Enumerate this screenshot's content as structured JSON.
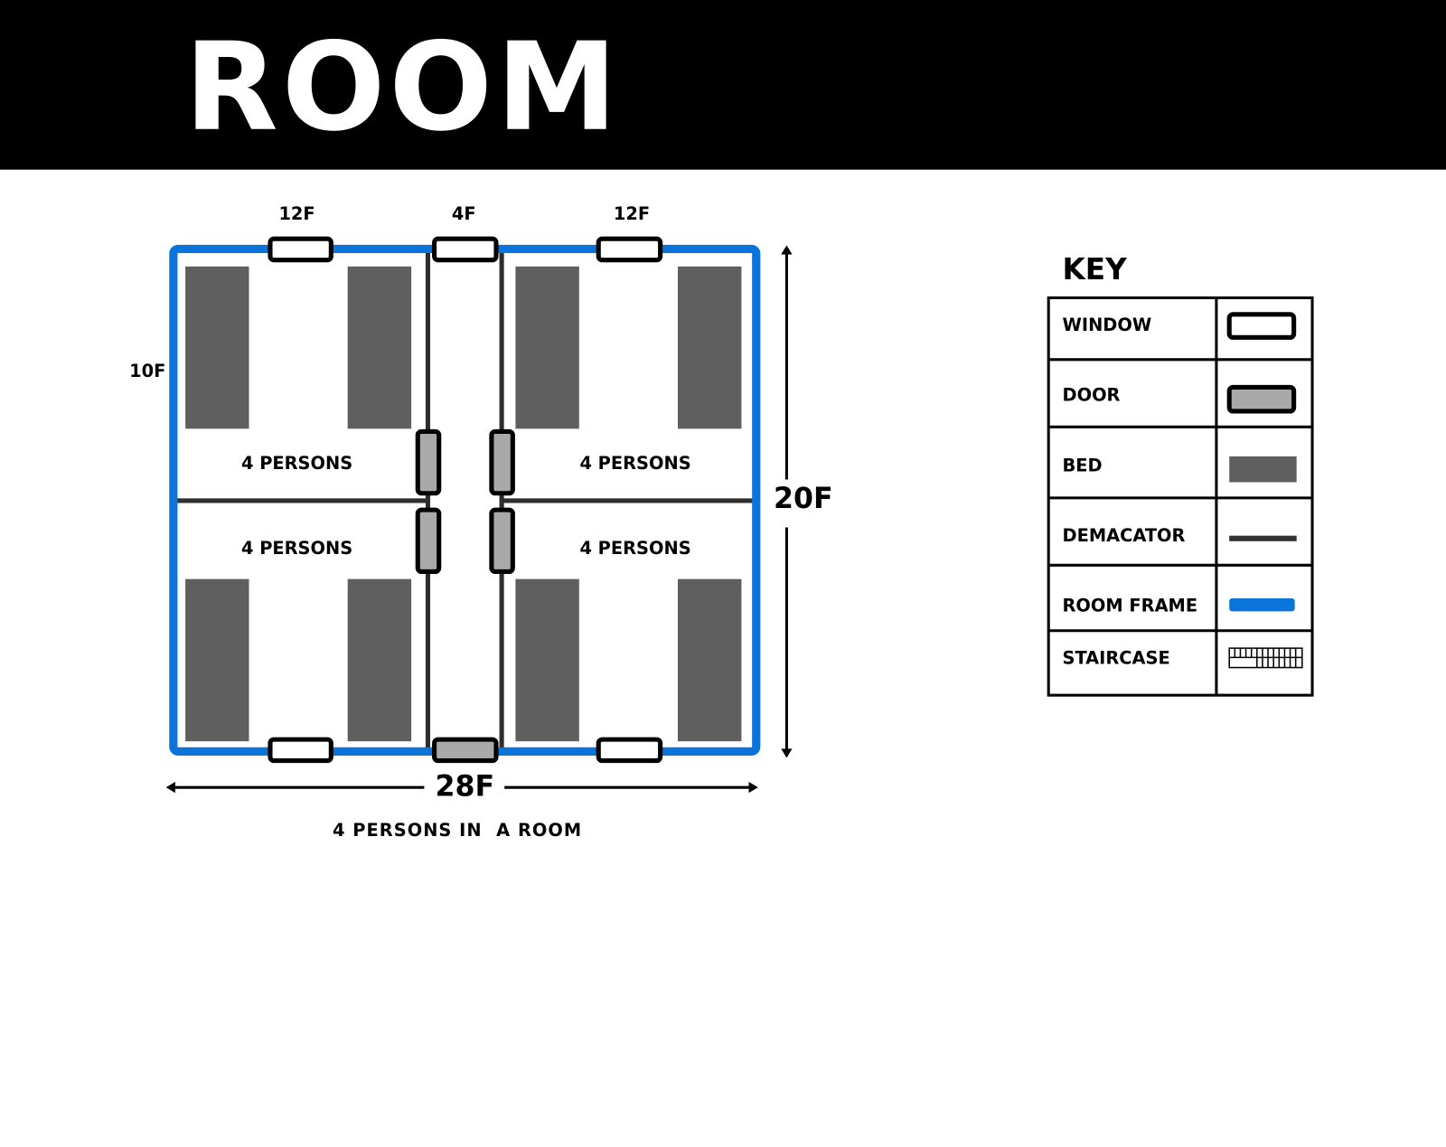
{
  "header": {
    "title": "ROOM"
  },
  "colors": {
    "frame": "#0a74da",
    "bed": "#5f5f5f",
    "door": "#a9a9a9",
    "demarcator": "#333333",
    "header_bg": "#000000"
  },
  "plan": {
    "top_dimensions": [
      "12F",
      "4F",
      "12F"
    ],
    "side_dimension": "10F",
    "height_dimension": "20F",
    "width_dimension": "28F",
    "room_labels": [
      "4 PERSONS",
      "4 PERSONS",
      "4 PERSONS",
      "4 PERSONS"
    ],
    "caption": "4 PERSONS IN  A ROOM"
  },
  "key": {
    "title": "KEY",
    "items": [
      {
        "label": "WINDOW",
        "symbol": "window"
      },
      {
        "label": "DOOR",
        "symbol": "door"
      },
      {
        "label": "BED",
        "symbol": "bed"
      },
      {
        "label": "DEMACATOR",
        "symbol": "demarcator"
      },
      {
        "label": "ROOM FRAME",
        "symbol": "room-frame"
      },
      {
        "label": "STAIRCASE",
        "symbol": "staircase"
      }
    ]
  }
}
